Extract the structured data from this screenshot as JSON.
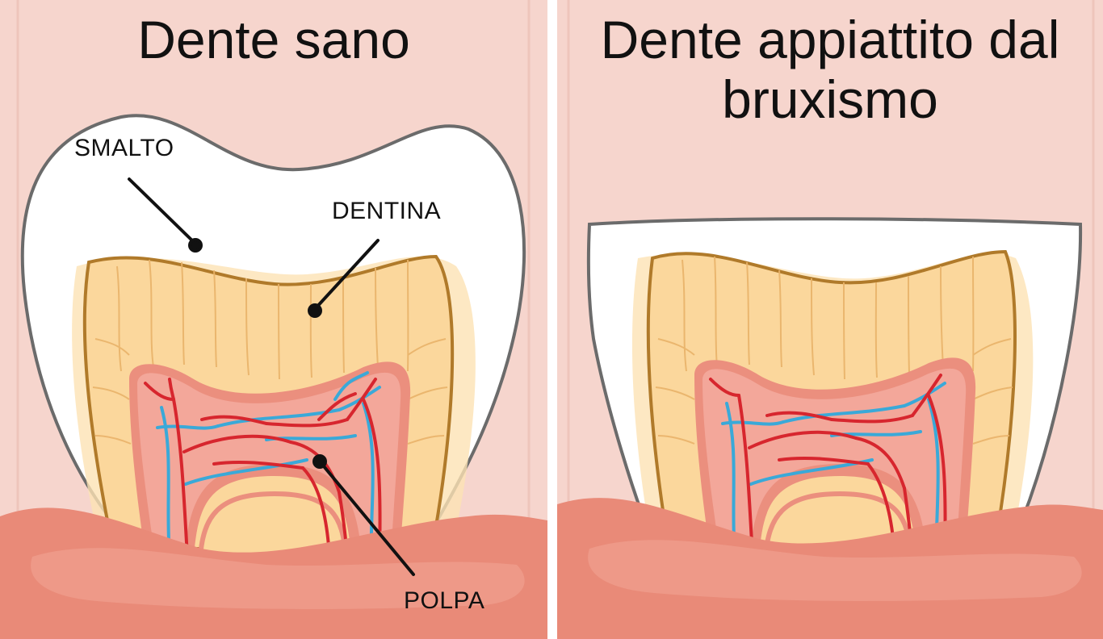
{
  "panels": [
    {
      "title": "Dente sano"
    },
    {
      "title": "Dente appiattito dal bruxismo"
    }
  ],
  "labels": {
    "enamel": "SMALTO",
    "dentin": "DENTINA",
    "pulp": "POLPA"
  },
  "colors": {
    "background": "#f6d5cd",
    "enamel": "#ffffff",
    "enamel_outline": "#6b6b6b",
    "dentin": "#fbd79c",
    "dentin_outline": "#b07a2a",
    "pulp": "#f3a79a",
    "gum": "#e98a78",
    "artery": "#d7262e",
    "vein": "#3aa9d8",
    "leader_line": "#111111"
  }
}
